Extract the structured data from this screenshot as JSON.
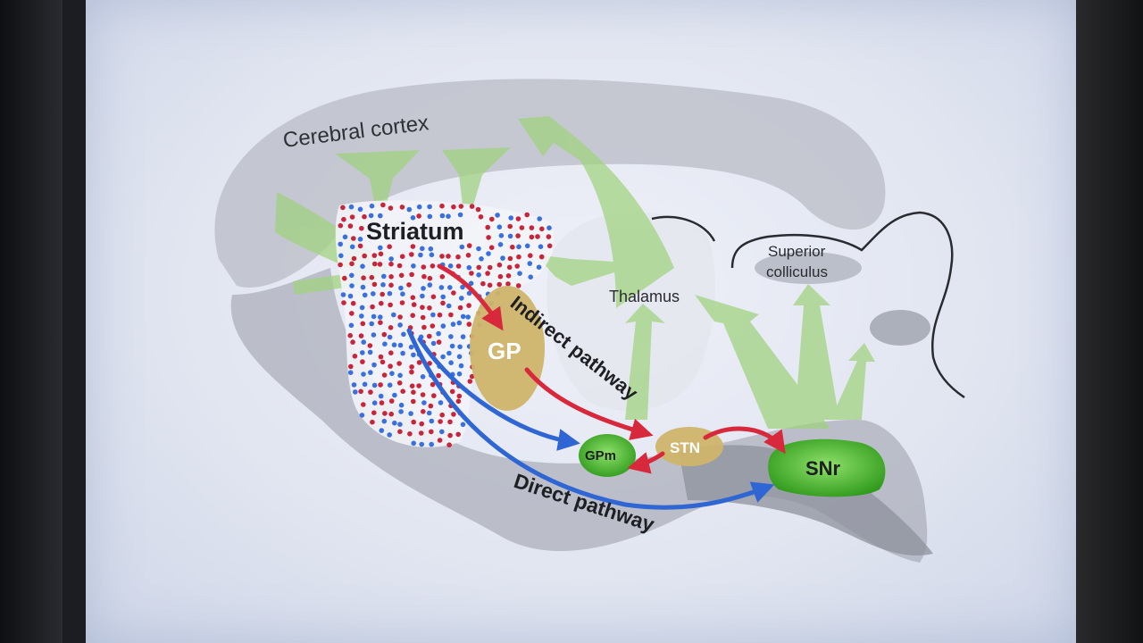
{
  "diagram": {
    "labels": {
      "cortex": "Cerebral cortex",
      "striatum": "Striatum",
      "gp": "GP",
      "gpm": "GPm",
      "stn": "STN",
      "snr": "SNr",
      "thalamus": "Thalamus",
      "superior": "Superior",
      "colliculus": "colliculus",
      "indirect": "Indirect pathway",
      "direct": "Direct pathway"
    },
    "colors": {
      "excitatory_green": "#9fd27e",
      "inhibitory_red": "#d8283c",
      "direct_blue": "#2f66d4",
      "gp_tan": "#cfb46a",
      "gpm_snr_green": "#4dbb2a",
      "neuron_red": "#c8243a",
      "neuron_blue": "#3a6fe0"
    }
  }
}
